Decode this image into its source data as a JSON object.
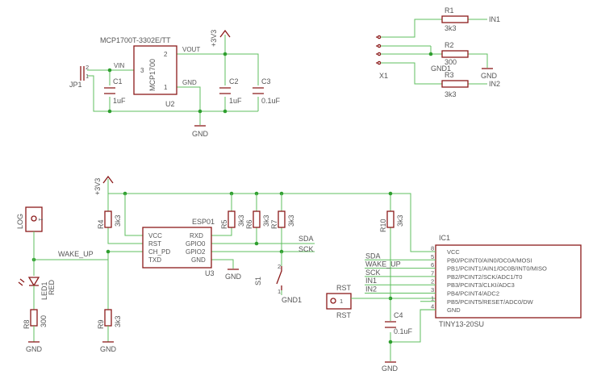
{
  "u2": {
    "part": "MCP1700T-3302E/TT",
    "body_label": "MCP1700",
    "ref": "U2",
    "pin_vin": "VIN",
    "pin_vout": "VOUT",
    "pin_gnd": "GND",
    "pin3": "3",
    "pin2": "2",
    "pin1": "1"
  },
  "jp1": {
    "ref": "JP1",
    "pin2": "2",
    "pin1": "1"
  },
  "c1": {
    "ref": "C1",
    "value": "1uF"
  },
  "c2": {
    "ref": "C2",
    "value": "1uF"
  },
  "c3": {
    "ref": "C3",
    "value": "0.1uF"
  },
  "supply_top": "+3V3",
  "supply_mid": "+3V3",
  "gnd_reg": "GND",
  "r1": {
    "ref": "R1",
    "value": "3k3",
    "net": "IN1"
  },
  "r2": {
    "ref": "R2",
    "value": "300",
    "net": "GND"
  },
  "r3": {
    "ref": "R3",
    "value": "3k3",
    "net": "IN2"
  },
  "x1": {
    "ref": "X1"
  },
  "gnd1_top": "GND1",
  "esp": {
    "ref": "ESP01",
    "ref2": "U3",
    "left_pins": [
      "VCC",
      "RST",
      "CH_PD",
      "TXD"
    ],
    "right_pins": [
      "RXD",
      "GPIO0",
      "GPIO2",
      "GND"
    ],
    "gnd": "GND"
  },
  "r4": {
    "ref": "R4",
    "value": "3k3"
  },
  "r5": {
    "ref": "R5",
    "value": "3k3"
  },
  "r6": {
    "ref": "R6",
    "value": "3k3"
  },
  "r7": {
    "ref": "R7",
    "value": "3k3"
  },
  "r9": {
    "ref": "R9",
    "value": "3k3",
    "gnd": "GND"
  },
  "r8": {
    "ref": "R8",
    "value": "300",
    "gnd": "GND"
  },
  "r10": {
    "ref": "R10",
    "value": "3k3"
  },
  "nets": {
    "wake_up": "WAKE_UP",
    "sda": "SDA",
    "sck": "SCK"
  },
  "s1": {
    "ref": "S1",
    "pin2": "2",
    "pin1": "1",
    "gnd": "GND1"
  },
  "log": {
    "ref": "LOG",
    "pin": "1"
  },
  "led1": {
    "ref": "LED1",
    "color": "RED"
  },
  "rst": {
    "ref": "RST",
    "ref2": "RST",
    "pin": "1"
  },
  "c4": {
    "ref": "C4",
    "value": "0.1uF",
    "gnd": "GND"
  },
  "ic1": {
    "ref": "IC1",
    "part": "TINY13-20SU",
    "pins": [
      {
        "num": "8",
        "name": "VCC",
        "net": ""
      },
      {
        "num": "5",
        "name": "PB0/PCINT0/AIN0/OC0A/MOSI",
        "net": "SDA"
      },
      {
        "num": "6",
        "name": "PB1/PCINT1/AIN1/OC0B/INT0/MISO",
        "net": "WAKE_UP"
      },
      {
        "num": "7",
        "name": "PB2/PCINT2/SCK/ADC1/T0",
        "net": "SCK"
      },
      {
        "num": "2",
        "name": "PB3/PCINT3/CLKI/ADC3",
        "net": "IN1"
      },
      {
        "num": "3",
        "name": "PB4/PCINT4/ADC2",
        "net": "IN2"
      },
      {
        "num": "1",
        "name": "PB5/PCINT5/RESET/ADC0/DW",
        "net": ""
      },
      {
        "num": "4",
        "name": "GND",
        "net": ""
      }
    ]
  }
}
